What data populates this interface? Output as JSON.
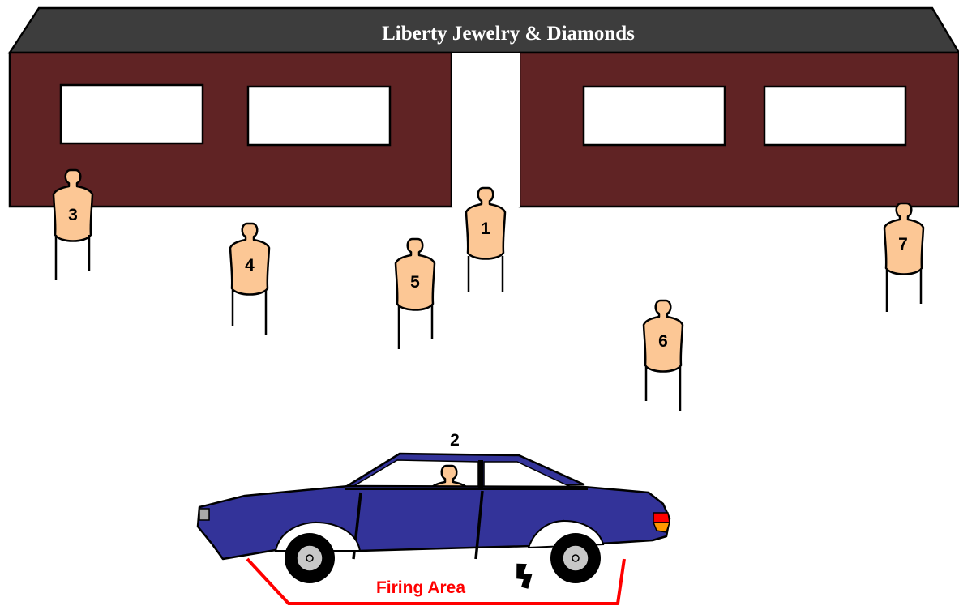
{
  "store": {
    "sign": "Liberty Jewelry & Diamonds",
    "wall_color": "#602324",
    "roof_color": "#3d3d3d"
  },
  "targets": [
    {
      "number": "1"
    },
    {
      "number": "3"
    },
    {
      "number": "4"
    },
    {
      "number": "5"
    },
    {
      "number": "6"
    },
    {
      "number": "7"
    }
  ],
  "car": {
    "target_label": "2",
    "body_color": "#333399"
  },
  "firing_area": {
    "label": "Firing Area",
    "color": "#ff0000"
  },
  "target_color": "#fcc795"
}
